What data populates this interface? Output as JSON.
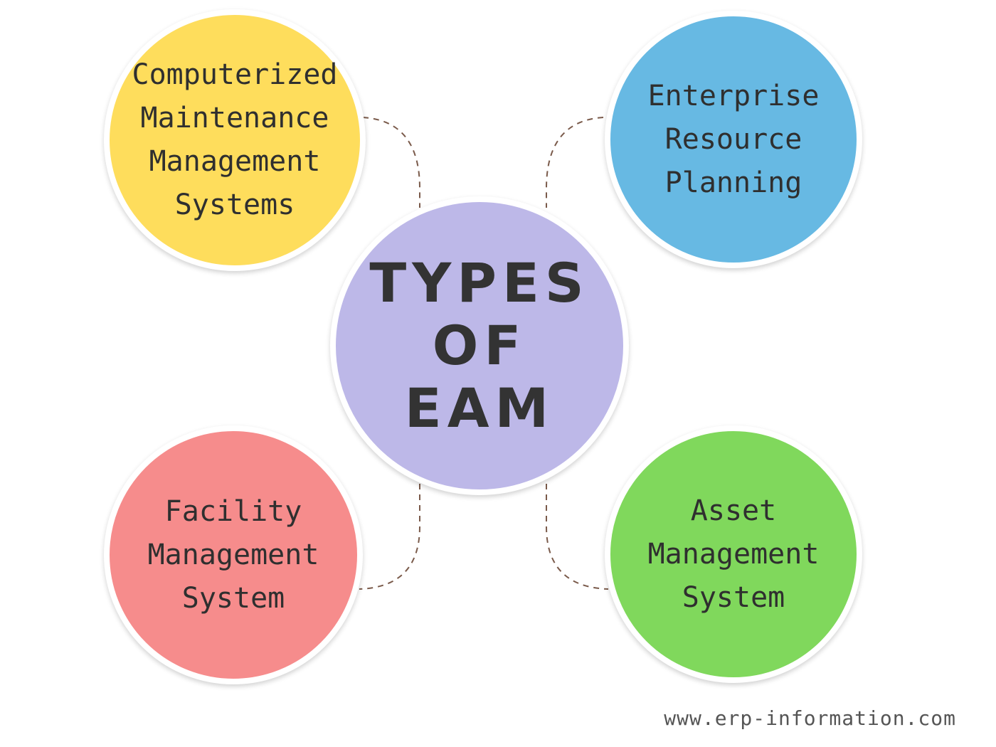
{
  "center": {
    "lines": [
      "TYPES",
      "OF",
      "EAM"
    ],
    "color": "#bdb8e8"
  },
  "nodes": {
    "cmms": {
      "lines": [
        "Computerized",
        "Maintenance",
        "Management",
        "Systems"
      ],
      "color": "#fedd5c"
    },
    "erp": {
      "lines": [
        "Enterprise",
        "Resource",
        "Planning"
      ],
      "color": "#67b9e3"
    },
    "fms": {
      "lines": [
        "Facility",
        "Management",
        "System"
      ],
      "color": "#f68c8c"
    },
    "ams": {
      "lines": [
        "Asset",
        "Management",
        "System"
      ],
      "color": "#80d85c"
    }
  },
  "connector_color": "#7a5a4a",
  "footer": {
    "url": "www.erp-information.com"
  }
}
